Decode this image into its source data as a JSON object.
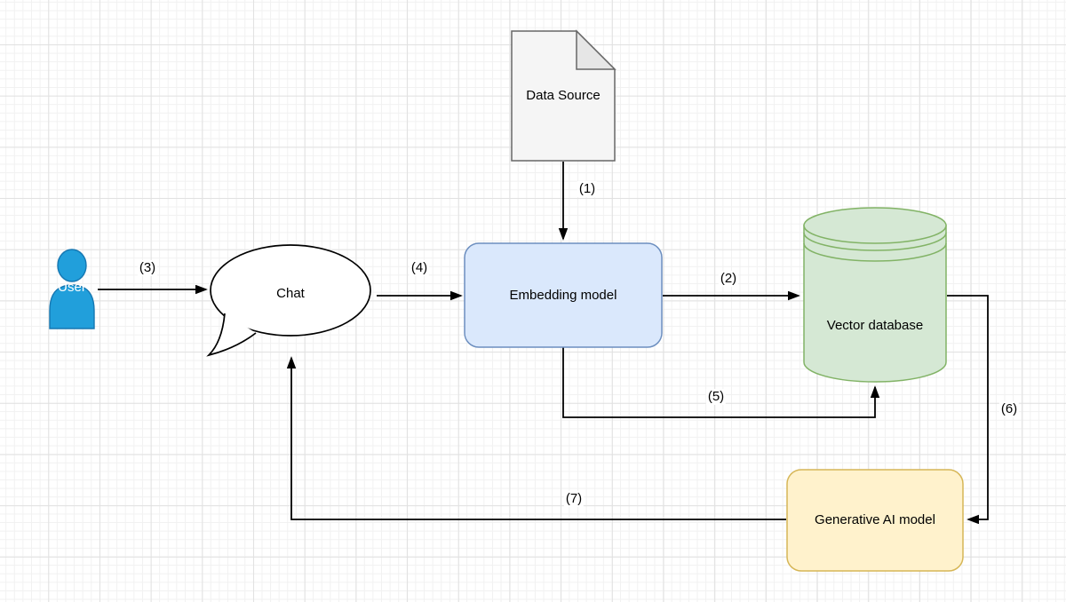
{
  "canvas": {
    "background": "#ffffff",
    "grid_minor_color": "#f1f1f1",
    "grid_major_color": "#e1e1e1",
    "connector_color": "#000000"
  },
  "nodes": {
    "data_source": {
      "label": "Data Source",
      "shape": "document",
      "fill": "#f5f5f5",
      "stroke": "#666666"
    },
    "user": {
      "label": "User",
      "shape": "actor",
      "fill": "#219fdb",
      "stroke": "#1577b2",
      "text_color": "#ffffff"
    },
    "chat": {
      "label": "Chat",
      "shape": "speech-bubble",
      "fill": "#ffffff",
      "stroke": "#000000"
    },
    "embedding_model": {
      "label": "Embedding model",
      "shape": "rounded-rect",
      "fill": "#dae8fc",
      "stroke": "#6c8ebf"
    },
    "vector_database": {
      "label": "Vector database",
      "shape": "cylinder",
      "fill": "#d5e8d4",
      "stroke": "#82b366"
    },
    "generative_ai_model": {
      "label": "Generative AI model",
      "shape": "rounded-rect",
      "fill": "#fff2cc",
      "stroke": "#d6b656"
    }
  },
  "edges": {
    "e1": {
      "label": "(1)",
      "from": "Data Source",
      "to": "Embedding model"
    },
    "e2": {
      "label": "(2)",
      "from": "Embedding model",
      "to": "Vector database"
    },
    "e3": {
      "label": "(3)",
      "from": "User",
      "to": "Chat"
    },
    "e4": {
      "label": "(4)",
      "from": "Chat",
      "to": "Embedding model"
    },
    "e5": {
      "label": "(5)",
      "from": "Embedding model",
      "to": "Vector database"
    },
    "e6": {
      "label": "(6)",
      "from": "Vector database",
      "to": "Generative AI model"
    },
    "e7": {
      "label": "(7)",
      "from": "Generative AI model",
      "to": "Chat"
    }
  }
}
